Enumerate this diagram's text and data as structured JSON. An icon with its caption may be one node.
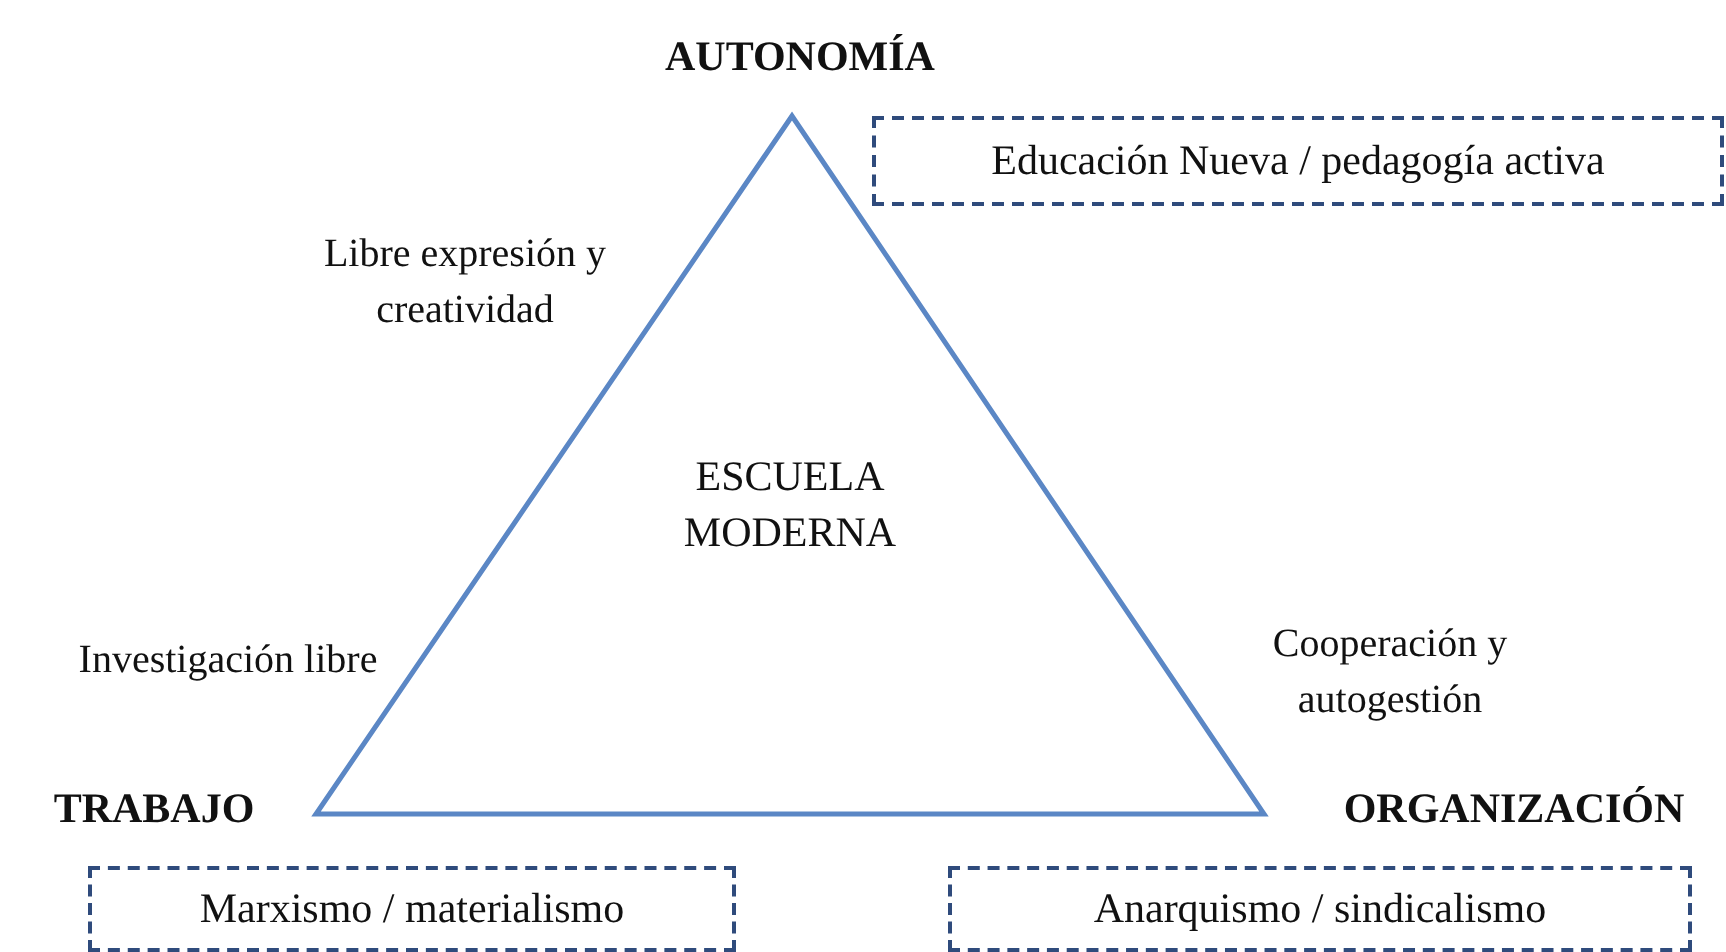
{
  "diagram": {
    "nodes": [
      {
        "text": [
          "ESCUELA MODERNA"
        ]
      },
      {
        "text": [
          "Educación Nueva / pedagogía activa"
        ]
      },
      {
        "text": [
          "Marxismo / materialismo"
        ]
      },
      {
        "text": [
          "Anarquismo / sindicalismo"
        ]
      }
    ],
    "labels": [
      "AUTONOMÍA",
      "Libre expresión y creatividad",
      "Investigación libre",
      "Cooperación y autogestión",
      "TRABAJO",
      "ORGANIZACIÓN"
    ]
  }
}
